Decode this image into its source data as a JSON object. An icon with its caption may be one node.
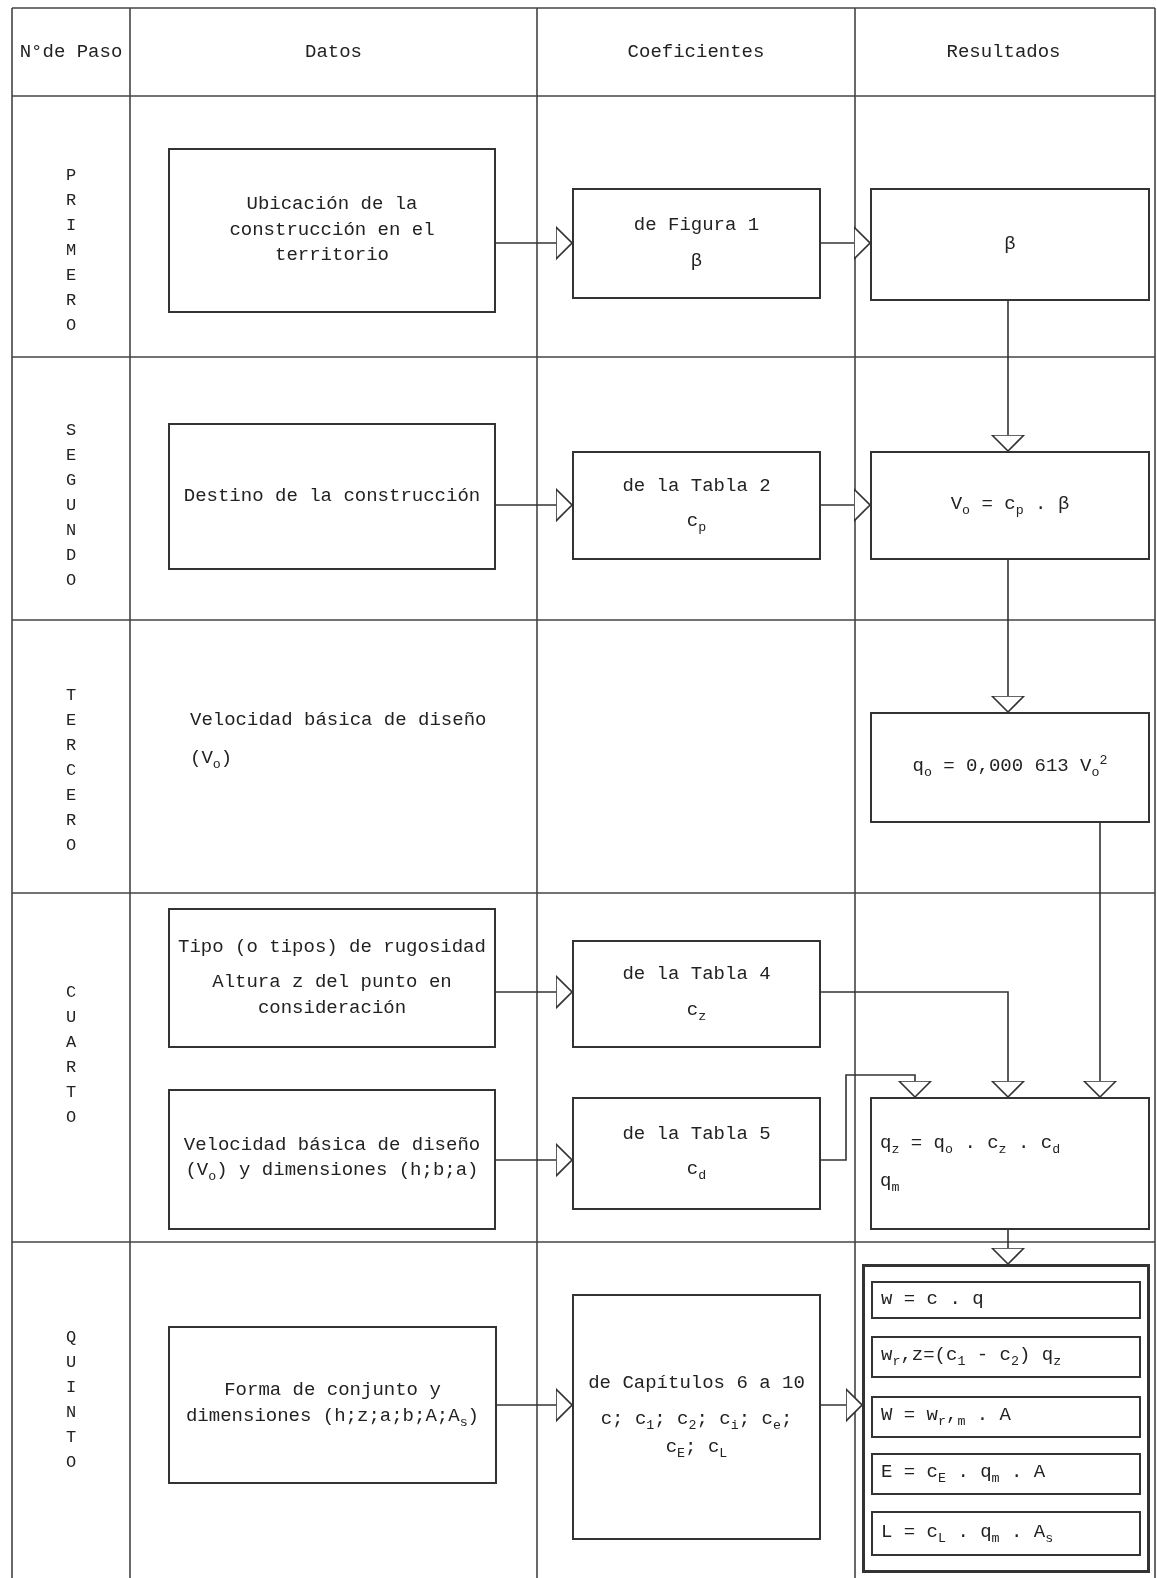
{
  "diagram": {
    "nodes": [
      {
        "text": [
          "Ubicación de la construcción en el territorio"
        ]
      },
      {
        "text": [
          "de Figura 1",
          "β"
        ]
      },
      {
        "text": [
          "β"
        ]
      },
      {
        "text": [
          "Destino de la construcción"
        ]
      },
      {
        "text": [
          "de la Tabla 2",
          "c$_{p}$"
        ]
      },
      {
        "text": [
          "V$_{o}$ = c$_{p}$ . β"
        ]
      },
      {
        "text": [
          "q$_{o}$ = 0,000 613 V$_{o}$$^{2}$"
        ]
      },
      {
        "text": [
          "Tipo (o tipos) de rugosidad",
          "Altura z del punto en consideración"
        ]
      },
      {
        "text": [
          "de la Tabla 4",
          "c$_{z}$"
        ]
      },
      {
        "text": [
          "Velocidad básica de diseño (V$_{o}$) y dimensiones (h;b;a)"
        ]
      },
      {
        "text": [
          "de la Tabla 5",
          "c$_{d}$"
        ]
      },
      {
        "text": [
          "q$_{z}$ = q$_{o}$ . c$_{z}$ . c$_{d}$",
          "q$_{m}$"
        ]
      },
      {
        "text": [
          "Forma de conjunto y dimensiones (h;z;a;b;A;A$_{s}$)"
        ]
      },
      {
        "text": [
          "de Capítulos 6 a 10",
          "c; c$_{1}$; c$_{2}$; c$_{i}$; c$_{e}$; c$_{E}$; c$_{L}$"
        ]
      },
      {
        "text": [],
        "shape": "box"
      },
      {
        "text": [
          "w = c . q"
        ],
        "in": 14
      },
      {
        "text": [
          "w$_{r}$,z=(c$_{1}$ - c$_{2}$) q$_{z}$"
        ],
        "in": 14
      },
      {
        "text": [
          "W = w$_{r}$,$_{m}$ . A"
        ],
        "in": 14
      },
      {
        "text": [
          "E = c$_{E}$ . q$_{m}$ . A"
        ],
        "in": 14
      },
      {
        "text": [
          "L = c$_{L}$ . q$_{m}$ . A$_{s}$"
        ],
        "in": 14
      }
    ],
    "edges": [
      {
        "from": 0,
        "to": 1,
        "arrow": "to"
      },
      {
        "from": 1,
        "to": 2,
        "arrow": "to"
      },
      {
        "from": 2,
        "to": 5,
        "arrow": "to"
      },
      {
        "from": 3,
        "to": 4,
        "arrow": "to"
      },
      {
        "from": 4,
        "to": 5,
        "arrow": "to"
      },
      {
        "from": 5,
        "to": 6,
        "arrow": "to"
      },
      {
        "from": 6,
        "to": 11,
        "arrow": "to"
      },
      {
        "from": 7,
        "to": 8,
        "arrow": "to"
      },
      {
        "from": 8,
        "to": 11,
        "arrow": "to"
      },
      {
        "from": 9,
        "to": 10,
        "arrow": "to"
      },
      {
        "from": 10,
        "to": 11,
        "arrow": "to"
      },
      {
        "from": 11,
        "to": 14,
        "arrow": "to"
      },
      {
        "from": 12,
        "to": 13,
        "arrow": "to"
      },
      {
        "from": 13,
        "to": 14,
        "arrow": "to"
      }
    ],
    "labels": [
      "N°de Paso",
      "Datos",
      "Coeficientes",
      "Resultados",
      "PRIMERO",
      "SEGUNDO",
      "TERCERO",
      "Velocidad básica de diseño (V$_{o}$)",
      "CUARTO",
      "QUINTO"
    ]
  }
}
